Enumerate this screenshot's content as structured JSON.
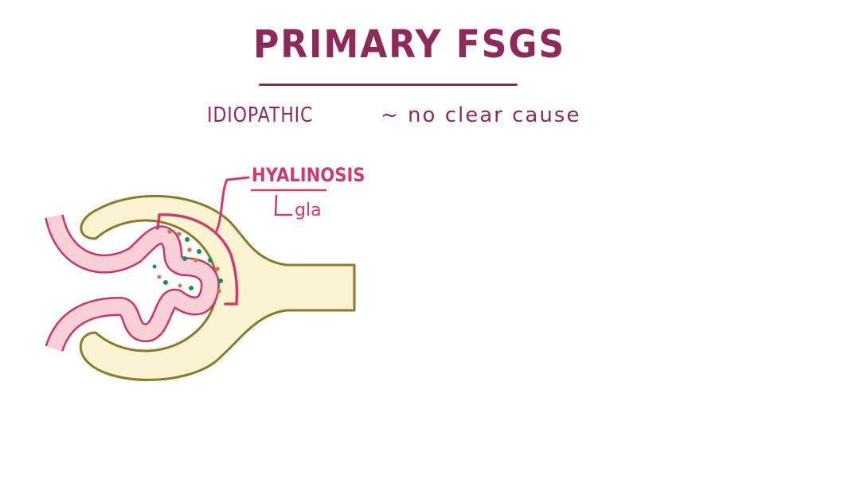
{
  "title": "PRIMARY FSGS",
  "subtitle": {
    "term": "IDIOPATHIC",
    "definition": "~ no clear cause"
  },
  "annotation": {
    "label": "HYALINOSIS",
    "sub_label": "gla"
  },
  "colors": {
    "title": "#8b2a5b",
    "annotation": "#cc3d6e",
    "capsule_fill": "#fbf3d2",
    "capsule_line": "#8a7a2a",
    "capillary_fill": "#f9d0d8",
    "capillary_line": "#c8356a",
    "dot_green": "#1f8a60",
    "dot_brown": "#c0824a"
  }
}
